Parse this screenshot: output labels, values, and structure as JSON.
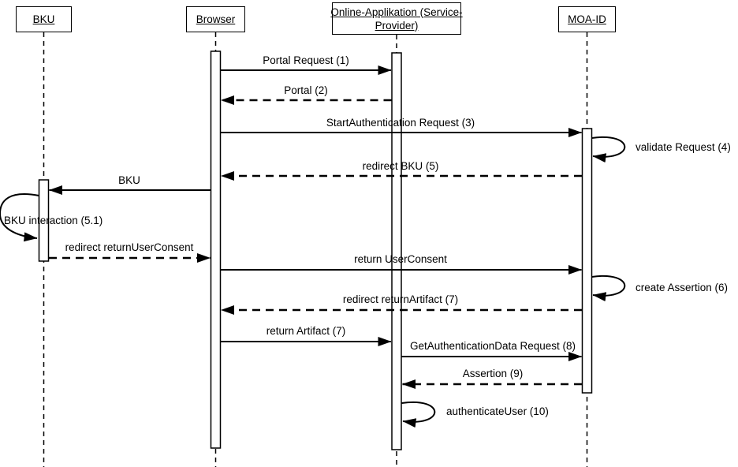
{
  "diagram_type": "uml-sequence",
  "colors": {
    "line": "#000000",
    "background": "#ffffff",
    "text": "#000000"
  },
  "actors": [
    {
      "id": "bku",
      "label": "BKU"
    },
    {
      "id": "browser",
      "label": "Browser"
    },
    {
      "id": "online_app",
      "label_line1": "Online-Applikation (Service-",
      "label_line2": "Provider)"
    },
    {
      "id": "moa_id",
      "label": "MOA-ID"
    }
  ],
  "messages": [
    {
      "label": "Portal Request (1)",
      "from": "Browser",
      "to": "Online-Applikation (Service-Provider)",
      "line": "solid"
    },
    {
      "label": "Portal (2)",
      "from": "Online-Applikation (Service-Provider)",
      "to": "Browser",
      "line": "dashed"
    },
    {
      "label": "StartAuthentication Request (3)",
      "from": "Browser",
      "to": "MOA-ID",
      "line": "solid"
    },
    {
      "label": "validate Request (4)",
      "from": "MOA-ID",
      "to": "MOA-ID",
      "line": "self"
    },
    {
      "label": "redirect BKU (5)",
      "from": "MOA-ID",
      "to": "Browser",
      "line": "dashed"
    },
    {
      "label": "BKU",
      "from": "Browser",
      "to": "BKU",
      "line": "solid"
    },
    {
      "label": "BKU interaction (5.1)",
      "from": "BKU",
      "to": "BKU",
      "line": "self"
    },
    {
      "label": "redirect returnUserConsent",
      "from": "BKU",
      "to": "Browser",
      "line": "dashed"
    },
    {
      "label": "return UserConsent",
      "from": "Browser",
      "to": "MOA-ID",
      "line": "solid"
    },
    {
      "label": "create Assertion (6)",
      "from": "MOA-ID",
      "to": "MOA-ID",
      "line": "self"
    },
    {
      "label": "redirect returnArtifact (7)",
      "from": "MOA-ID",
      "to": "Browser",
      "line": "dashed"
    },
    {
      "label": "return Artifact (7)",
      "from": "Browser",
      "to": "Online-Applikation (Service-Provider)",
      "line": "solid"
    },
    {
      "label": "GetAuthenticationData Request (8)",
      "from": "Online-Applikation (Service-Provider)",
      "to": "MOA-ID",
      "line": "solid"
    },
    {
      "label": "Assertion (9)",
      "from": "MOA-ID",
      "to": "Online-Applikation (Service-Provider)",
      "line": "dashed"
    },
    {
      "label": "authenticateUser (10)",
      "from": "Online-Applikation (Service-Provider)",
      "to": "Online-Applikation (Service-Provider)",
      "line": "self"
    }
  ]
}
